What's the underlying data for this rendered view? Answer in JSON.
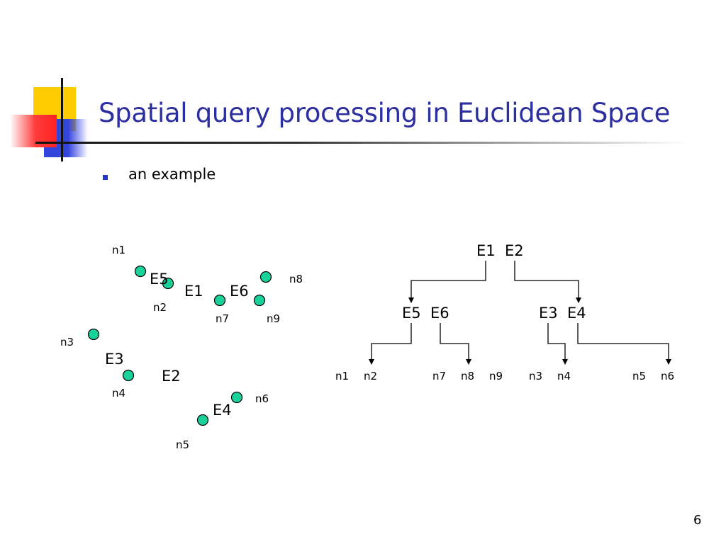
{
  "slide": {
    "title": "Spatial query processing in Euclidean Space",
    "bullet": "an example",
    "page_number": "6"
  },
  "colors": {
    "title": "#2b2fa0",
    "bullet": "#2233cc",
    "node_fill": "#19d19a",
    "logo_yellow": "#ffcc00",
    "logo_blue": "#3344dd",
    "logo_red": "#ff3b3b"
  },
  "space": {
    "points": [
      {
        "label": "n1"
      },
      {
        "label": "n2"
      },
      {
        "label": "n3"
      },
      {
        "label": "n4"
      },
      {
        "label": "n5"
      },
      {
        "label": "n6"
      },
      {
        "label": "n7"
      },
      {
        "label": "n8"
      },
      {
        "label": "n9"
      }
    ],
    "regions": [
      {
        "label": "E5"
      },
      {
        "label": "E1"
      },
      {
        "label": "E6"
      },
      {
        "label": "E3"
      },
      {
        "label": "E2"
      },
      {
        "label": "E4"
      }
    ]
  },
  "tree": {
    "root": [
      "E1",
      "E2"
    ],
    "level1": [
      [
        "E5",
        "E6"
      ],
      [
        "E3",
        "E4"
      ]
    ],
    "leaves": [
      "n1",
      "n2",
      "n7",
      "n8",
      "n9",
      "n3",
      "n4",
      "n5",
      "n6"
    ]
  }
}
